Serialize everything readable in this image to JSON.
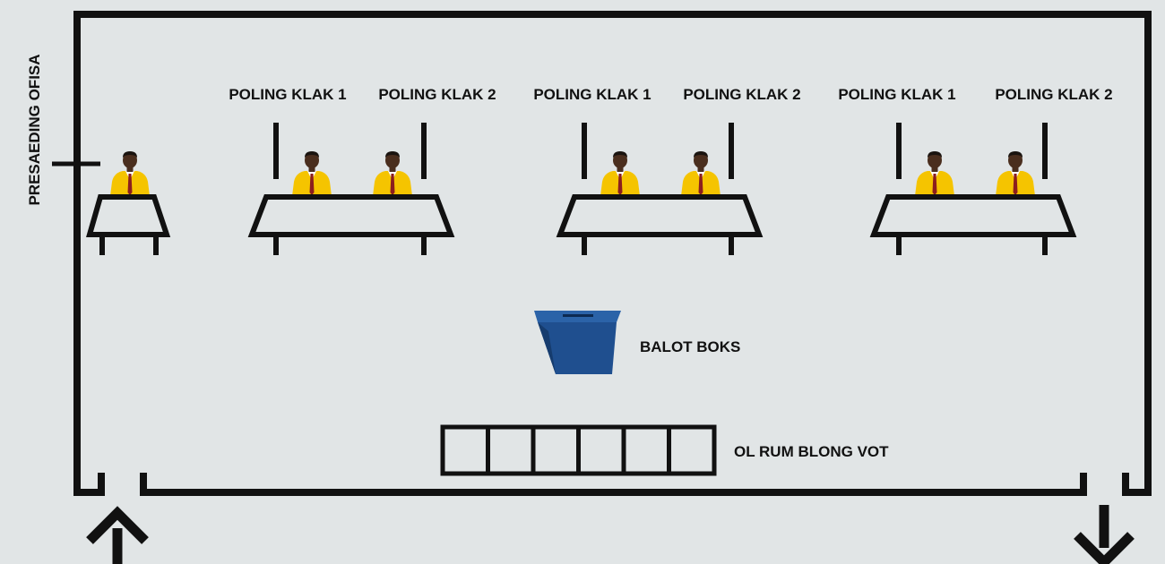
{
  "presiding_officer_label": "PRESAEDING OFISA",
  "desks": [
    {
      "clerks": [
        "POLING KLAK 1",
        "POLING KLAK 2"
      ]
    },
    {
      "clerks": [
        "POLING KLAK 1",
        "POLING KLAK 2"
      ]
    },
    {
      "clerks": [
        "POLING KLAK 1",
        "POLING KLAK 2"
      ]
    }
  ],
  "ballot_box_label": "BALOT BOKS",
  "booths_label": "OL RUM BLONG VOT",
  "booth_count": 6,
  "colors": {
    "background": "#e1e5e6",
    "line": "#111111",
    "jacket": "#f5c400",
    "ballot_box": "#1f4f8f",
    "skin": "#4a2e1e"
  }
}
